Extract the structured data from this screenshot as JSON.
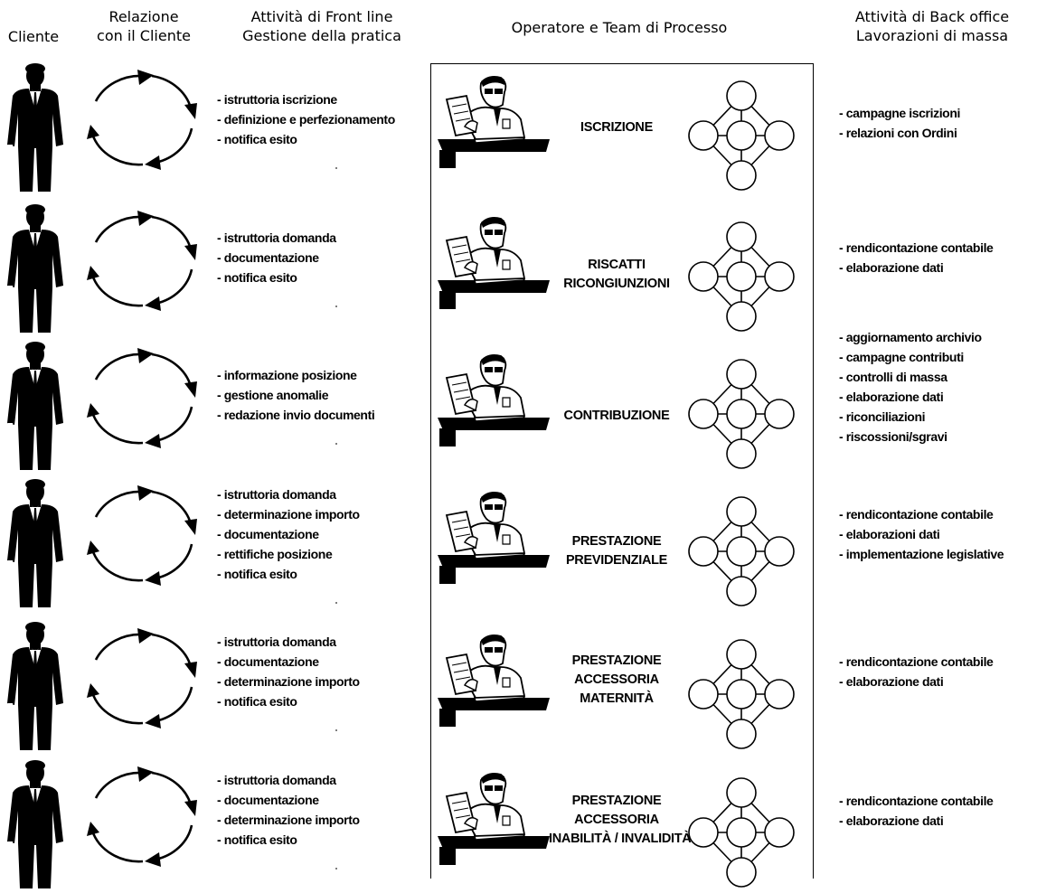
{
  "headers": {
    "cliente": "Cliente",
    "relazione": [
      "Relazione",
      "con il Cliente"
    ],
    "front": [
      "Attività di Front line",
      "Gestione della pratica"
    ],
    "operatore": "Operatore e Team di Processo",
    "back": [
      "Attività di Back office",
      "Lavorazioni di massa"
    ]
  },
  "rows": [
    {
      "process": [
        "ISCRIZIONE"
      ],
      "front": [
        "- istruttoria iscrizione",
        "- definizione e perfezionamento",
        "- notifica esito"
      ],
      "back": [
        "- campagne iscrizioni",
        "- relazioni con Ordini"
      ]
    },
    {
      "process": [
        "RISCATTI",
        "RICONGIUNZIONI"
      ],
      "front": [
        "- istruttoria  domanda",
        "- documentazione",
        "- notifica esito"
      ],
      "back": [
        "- rendicontazione contabile",
        "-  elaborazione dati"
      ]
    },
    {
      "process": [
        "CONTRIBUZIONE"
      ],
      "front": [
        "- informazione posizione",
        "- gestione anomalie",
        "- redazione invio documenti"
      ],
      "back": [
        "- aggiornamento archivio",
        "- campagne contributi",
        "- controlli di massa",
        "- elaborazione dati",
        "- riconciliazioni",
        "- riscossioni/sgravi"
      ]
    },
    {
      "process": [
        "PRESTAZIONE",
        "PREVIDENZIALE"
      ],
      "front": [
        "- istruttoria  domanda",
        "- determinazione importo",
        "- documentazione",
        "- rettifiche posizione",
        "- notifica esito"
      ],
      "back": [
        "- rendicontazione contabile",
        "- elaborazioni dati",
        "- implementazione legislative"
      ]
    },
    {
      "process": [
        "PRESTAZIONE",
        "ACCESSORIA",
        "MATERNITÀ"
      ],
      "front": [
        "- istruttoria  domanda",
        "- documentazione",
        "- determinazione importo",
        "- notifica esito"
      ],
      "back": [
        "- rendicontazione contabile",
        "-  elaborazione dati"
      ]
    },
    {
      "process": [
        "PRESTAZIONE",
        "ACCESSORIA",
        "INABILITÀ / INVALIDITÀ"
      ],
      "front": [
        "- istruttoria domanda",
        "- documentazione",
        "- determinazione importo",
        "- notifica esito"
      ],
      "back": [
        "- rendicontazione contabile",
        "-  elaborazione dati"
      ]
    }
  ]
}
